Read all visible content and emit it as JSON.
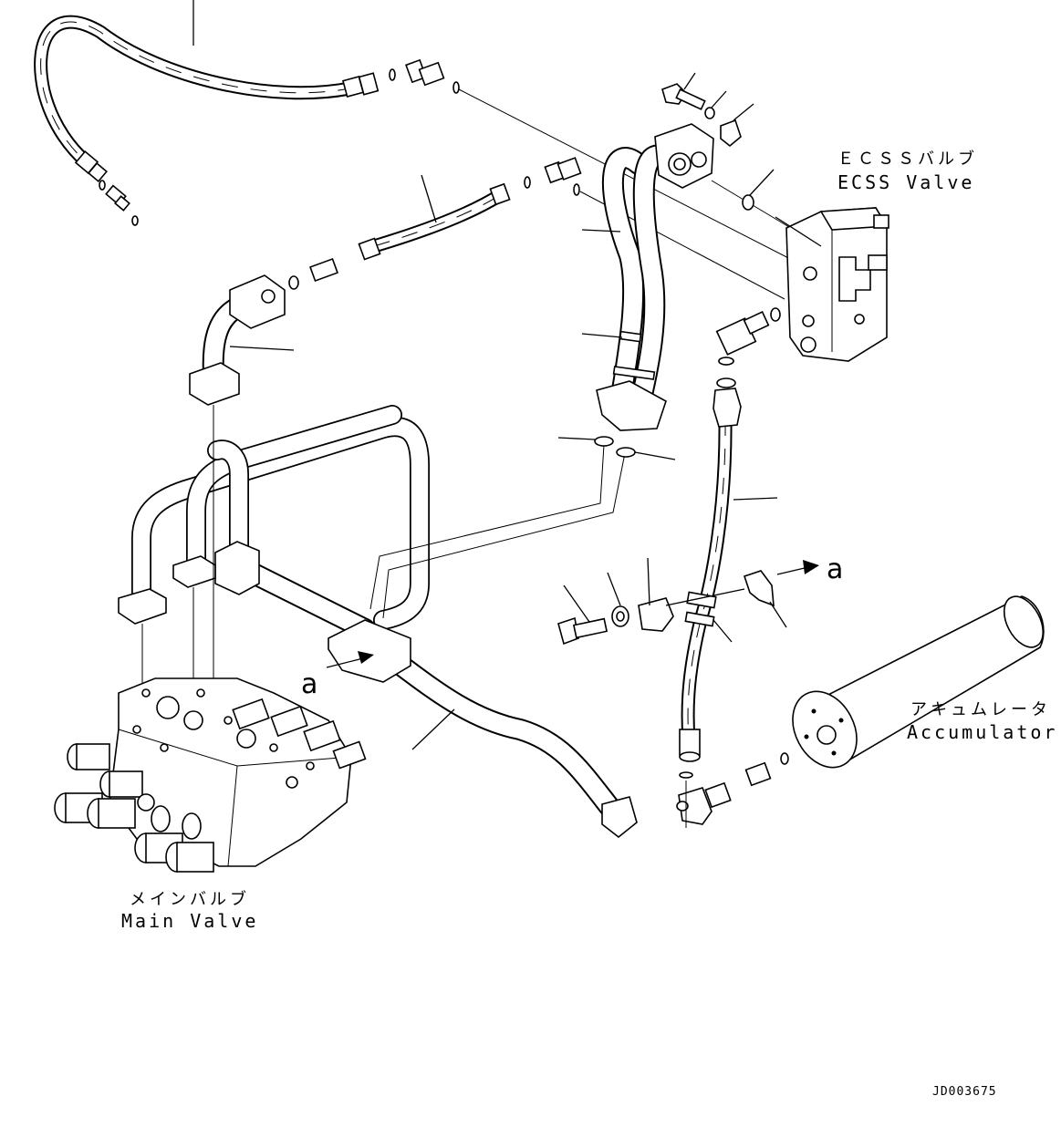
{
  "labels": {
    "ecss_valve_jp": "ＥＣＳＳバルブ",
    "ecss_valve_en": "ECSS Valve",
    "accumulator_jp": "アキュムレータ",
    "accumulator_en": "Accumulator",
    "main_valve_jp": "メインバルブ",
    "main_valve_en": "Main Valve"
  },
  "markers": {
    "ref_a_left": "a",
    "ref_a_right": "a"
  },
  "document_id": "JD003675"
}
